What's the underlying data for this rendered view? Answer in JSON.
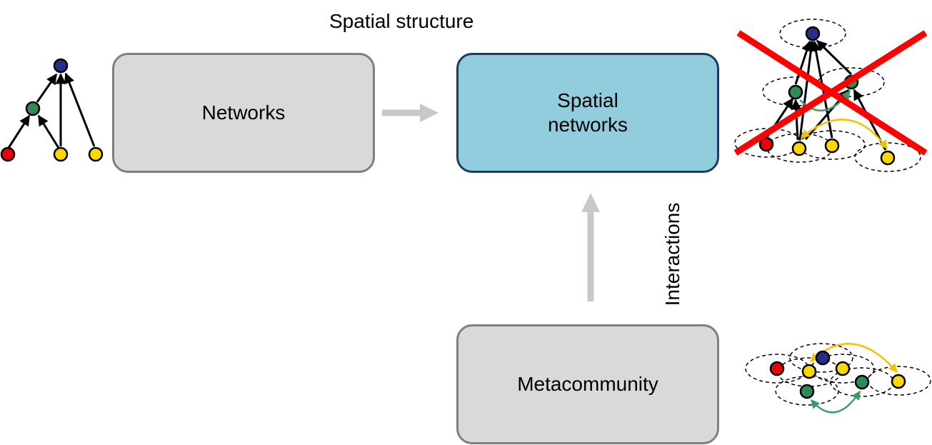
{
  "labels": {
    "spatial_structure": "Spatial structure",
    "interactions": "Interactions"
  },
  "boxes": {
    "networks": "Networks",
    "spatial_networks_line1": "Spatial",
    "spatial_networks_line2": "networks",
    "metacommunity": "Metacommunity"
  },
  "colors": {
    "box_grey_fill": "#d9d9d9",
    "box_grey_border": "#7f7f7f",
    "box_blue_fill": "#92cddd",
    "box_blue_border": "#1f3864",
    "arrow_grey": "#c8c8c8",
    "node_red": "#e8000b",
    "node_green": "#2e8b57",
    "node_yellow": "#ffd700",
    "node_navy": "#2b2b8c",
    "cross_red": "#ff0000",
    "dispersal_green": "#3a9a6a",
    "dispersal_yellow": "#f2c200"
  },
  "icons": [
    "food-web-icon",
    "spatial-food-web-icon",
    "crossed-out-icon",
    "metacommunity-icon"
  ]
}
